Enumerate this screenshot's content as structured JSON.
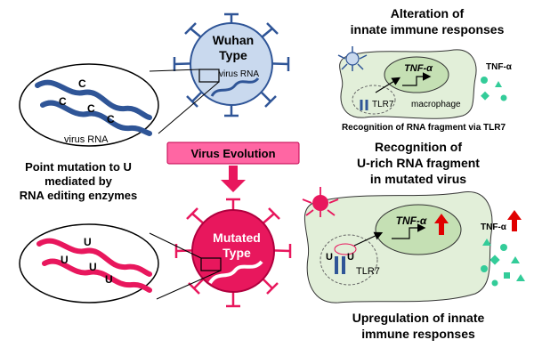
{
  "wuhan": {
    "title_line1": "Wuhan",
    "title_line2": "Type",
    "virus_rna_label": "virus RNA",
    "zoom_rna_label": "virus RNA",
    "nucleotide": "C",
    "body_color": "#c9d9ee",
    "rna_color": "#2f5597"
  },
  "evolution": {
    "label": "Virus Evolution",
    "color": "#ff66a3"
  },
  "mutation": {
    "line1": "Point mutation to U",
    "line2": "mediated by",
    "line3": "RNA editing enzymes"
  },
  "mutated": {
    "title_line1": "Mutated",
    "title_line2": "Type",
    "nucleotide": "U",
    "body_color": "#e8175d",
    "rna_color": "#e8175d"
  },
  "top_panel": {
    "heading_line1": "Alteration of",
    "heading_line2": "innate immune responses",
    "gene_label": "TNF-α",
    "cytokine_label": "TNF-α",
    "receptor_label": "TLR7",
    "cell_label": "macrophage",
    "caption": "Recognition of RNA fragment via TLR7",
    "cell_color": "#e2efd9",
    "cytokine_color": "#33cc99"
  },
  "bottom_panel": {
    "heading_line1": "Recognition of",
    "heading_line2": "U-rich RNA fragment",
    "heading_line3": "in mutated virus",
    "gene_label": "TNF-α",
    "cytokine_label": "TNF-α",
    "receptor_label": "TLR7",
    "nucleotide": "U",
    "caption_line1": "Upregulation of innate",
    "caption_line2": "immune responses",
    "arrow_color": "#e00000"
  }
}
